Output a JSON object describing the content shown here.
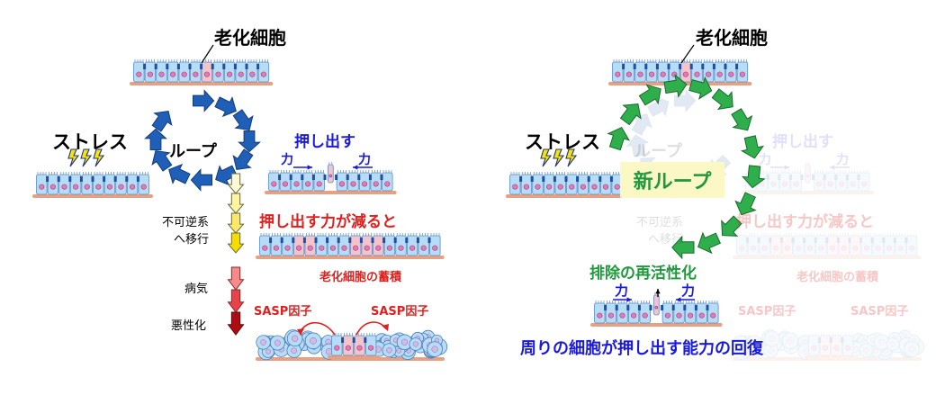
{
  "left": {
    "aged_cell": "老化細胞",
    "stress": "ストレス",
    "loop": "ループ",
    "push_out": "押し出す",
    "force_left": "力",
    "force_right": "力",
    "irreversible_line1": "不可逆系",
    "irreversible_line2": "へ移行",
    "reduced_push": "押し出す力が減ると",
    "accumulation": "老化細胞の蓄積",
    "disease": "病気",
    "worsening": "悪性化",
    "sasp_left": "SASP因子",
    "sasp_right": "SASP因子"
  },
  "right": {
    "aged_cell": "老化細胞",
    "stress": "ストレス",
    "new_loop": "新ループ",
    "loop_faded": "ループ",
    "push_out_faded": "押し出す",
    "force_faded_left": "力",
    "force_faded_right": "力",
    "irreversible_line1": "不可逆系",
    "irreversible_line2": "へ移行",
    "reduced_push_faded": "押し出す力が減ると",
    "accumulation_faded": "老化細胞の蓄積",
    "sasp_left_faded": "SASP因子",
    "sasp_right_faded": "SASP因子",
    "reactivation": "排除の再活性化",
    "force_left": "力",
    "force_right": "力",
    "recovery": "周りの細胞が押し出す能力の回復"
  },
  "colors": {
    "cell_blue": "#b7dcf6",
    "cell_pink": "#f4c4cc",
    "nucleus": "#e27bb5",
    "junction": "#1f4fa0",
    "membrane": "#e8a083",
    "loop_arrow": "#1f5fb8",
    "new_loop_arrow": "#2fae4c",
    "text_blue": "#1a1adc",
    "text_red": "#e0201e",
    "text_green": "#1e9a3c"
  }
}
